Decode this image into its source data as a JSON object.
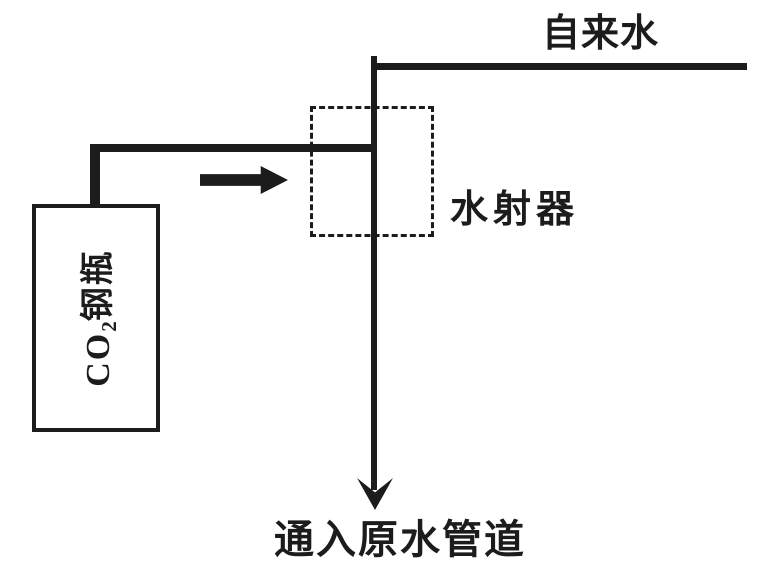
{
  "diagram": {
    "colors": {
      "line": "#1c1c1c",
      "background": "#ffffff"
    },
    "labels": {
      "tap_water": "自来水",
      "water_ejector": "水射器",
      "raw_water_outlet": "通入原水管道"
    },
    "co2_cylinder": {
      "prefix": "CO",
      "subscript": "2",
      "suffix": "钢瓶"
    },
    "icons": {
      "flow_arrow": "right-block-arrow",
      "outlet_arrow": "down-chevron-arrowhead"
    }
  }
}
